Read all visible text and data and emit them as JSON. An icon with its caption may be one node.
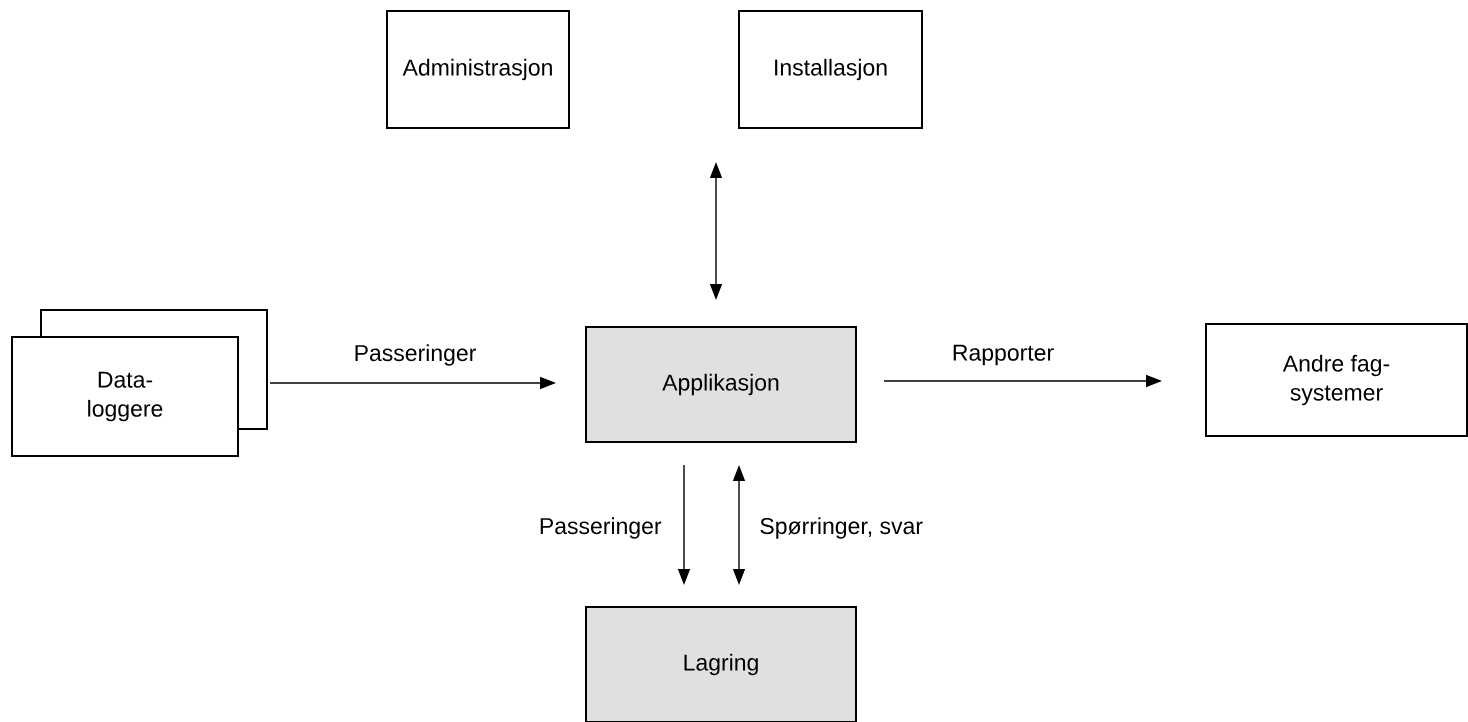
{
  "diagram": {
    "nodes": [
      {
        "text": [
          "Administrasjon"
        ]
      },
      {
        "text": [
          "Installasjon"
        ]
      },
      {
        "text": [
          "Data- loggere"
        ]
      },
      {
        "text": [
          "Applikasjon"
        ]
      },
      {
        "text": [
          "Andre fag- systemer"
        ]
      },
      {
        "text": [
          "Lagring"
        ]
      }
    ],
    "edges": [
      {
        "from": 2,
        "to": 3,
        "arrow": "to",
        "label": "Passeringer"
      },
      {
        "from": 3,
        "to": 4,
        "arrow": "to",
        "label": "Rapporter"
      },
      {
        "from": 3,
        "to": 5,
        "arrow": "to",
        "label": "Passeringer"
      },
      {
        "from": 3,
        "to": 5,
        "arrow": "both",
        "label": "Spørringer, svar"
      },
      {
        "from": 3,
        "to": null,
        "arrow": "both"
      }
    ]
  }
}
